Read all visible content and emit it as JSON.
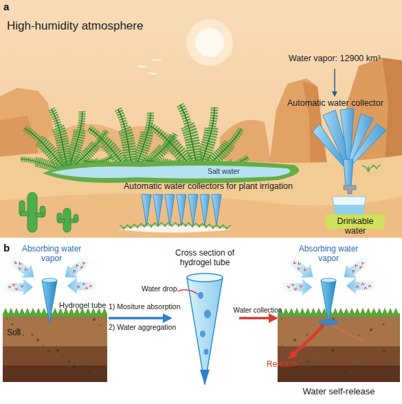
{
  "diagram": {
    "nodes": [
      {
        "text": [
          "Drinkable water"
        ]
      },
      {
        "text": [
          "Soil"
        ]
      },
      {
        "text": [
          "Cross section of hydrogel tube"
        ]
      },
      {
        "text": [
          "Water self-release"
        ]
      }
    ],
    "edges": [
      {
        "from": 1,
        "to": 2,
        "arrow": "to"
      },
      {
        "from": 2,
        "to": 3,
        "label": "Water collection",
        "arrow": "to"
      }
    ],
    "labels": [
      "a",
      "High-humidity atmosphere",
      "Water vapor: 12900 km³",
      "Automatic water collector",
      "Salt water",
      "Automatic water collectors for plant irrigation",
      "b",
      "Absorbing water vapor",
      "Hydrogel tube",
      "1) Mositure absorption",
      "2) Water aggregation",
      "Water drop",
      "Absorbing water vapor",
      "Release"
    ]
  }
}
